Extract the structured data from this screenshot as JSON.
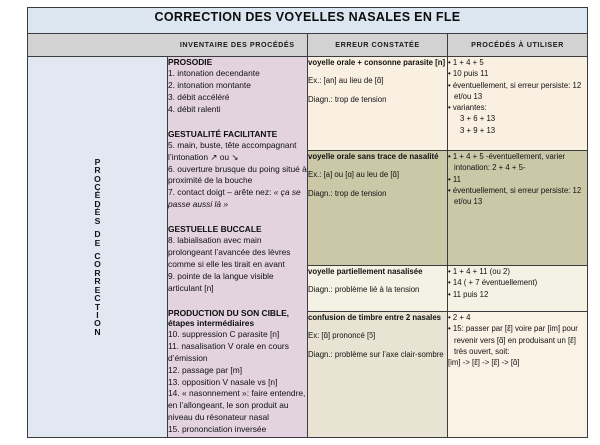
{
  "title": "CORRECTION DES VOYELLES NASALES EN FLE",
  "headers": {
    "inventory": "INVENTAIRE DES PROCÉDÉS",
    "error": "ERREUR CONSTATÉE",
    "solution": "PROCÉDÉS À UTILISER"
  },
  "side_label": "PROCÉDÉS DE CORRECTION",
  "side_letters": [
    "P",
    "R",
    "O",
    "C",
    "É",
    "D",
    "É",
    "S",
    "",
    "D",
    "E",
    "",
    "C",
    "O",
    "R",
    "R",
    "E",
    "C",
    "T",
    "I",
    "O",
    "N"
  ],
  "procedures": [
    {
      "heading": "PROSODIE",
      "items": [
        "1. intonation decendante",
        "2. intonation montante",
        "3. débit accéléré",
        "4. débit ralenti"
      ]
    },
    {
      "heading": "GESTUALITÉ FACILITANTE",
      "items": [
        "5. main, buste, tête accompagnant l’intonation ↗ ou ↘",
        "6. ouverture brusque du poing situé à proximité de la bouche",
        "7. contact doigt – arête nez: « ça se passe aussi là »"
      ]
    },
    {
      "heading": "GESTUELLE BUCCALE",
      "items": [
        "8. labialisation avec main prolongeant l’avancée des lèvres comme si elle les tirait en avant",
        "9. pointe de la langue visible articulant [n]"
      ]
    },
    {
      "heading": "PRODUCTION DU SON CIBLE, étapes intermédiaires",
      "items": [
        "10. suppression C parasite [n]",
        "11. nasalisation V orale en cours d’émission",
        "12. passage par [m]",
        "13. opposition V nasale vs [n]",
        "14. « nasonnement »: faire entendre, en l’allongeant, le son produit au niveau du résonateur nasal",
        "15. prononciation inversée"
      ]
    }
  ],
  "rows": [
    {
      "error_title": "voyelle orale + consonne parasite [n]",
      "error_lines": [
        "Ex.: [an] au lieu de [ɑ̃]",
        "Diagn.: trop de tension"
      ],
      "solution_lines": [
        "• 1 + 4 + 5",
        "• 10 puis 11",
        "• éventuellement, si erreur persiste: 12 et/ou 13",
        "• variantes:"
      ],
      "solution_indented": [
        "3 + 6 + 13",
        "3 + 9 + 13"
      ]
    },
    {
      "error_title": "voyelle orale sans trace de nasalité",
      "error_lines": [
        "Ex.: [a] ou [ɑ]  au leu de [ɑ̃]",
        "Diagn.: trop de tension"
      ],
      "solution_lines": [
        "• 1 + 4 + 5  -éventuellement, varier intonation: 2 + 4 + 5-",
        "• 11",
        "• éventuellement, si erreur persiste: 12 et/ou 13"
      ],
      "solution_indented": []
    },
    {
      "error_title": "voyelle partiellement nasalisée",
      "error_lines": [
        "Diagn.: problème lié à la tension"
      ],
      "solution_lines": [
        "• 1 + 4 + 11 (ou 2)",
        "• 14 ( + 7 éventuellement)",
        "• 11 puis 12"
      ],
      "solution_indented": []
    },
    {
      "error_title": "confusion de timbre entre 2 nasales",
      "error_lines": [
        "Ex: [ɑ̃] prononcé [ɔ̃]",
        "Diagn.: problème sur l’axe clair-sombre"
      ],
      "solution_lines": [
        "• 2 + 4",
        "• 15: passer par [ɛ̃] voire par [im] pour revenir vers [ɑ̃] en produisant un [ɛ̃] très ouvert, soit:",
        "[im] -> [ɛ̃] -> [ɛ̃] -> [ɑ̃]"
      ],
      "solution_indented": []
    }
  ],
  "colors": {
    "title_bg": "#dce6f1",
    "header_bg": "#d2d2d2",
    "side_bg": "#e2e8f2",
    "procedures_bg": "#e3d3e0",
    "row1_err_bg": "#faf0e2",
    "row2_bg": "#cbc8a8",
    "row3_err_bg": "#f4f2e4",
    "row4_err_bg": "#e8e3d2",
    "border": "#3c3c3c"
  }
}
